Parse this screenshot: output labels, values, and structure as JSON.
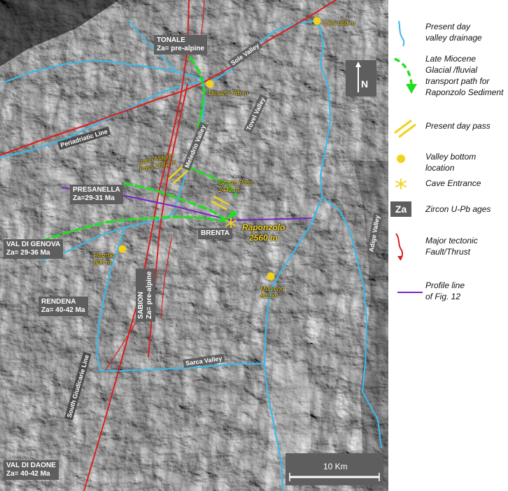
{
  "colors": {
    "drainage": "#3fb7e6",
    "fault": "#d92020",
    "transport": "#22dd22",
    "pass": "#f2d21a",
    "profile": "#7a22cc",
    "label_box": "#5e5e5e"
  },
  "map": {
    "regions": [
      {
        "id": "tonale",
        "lines": [
          "TONALE",
          "Za= pre-alpine"
        ]
      },
      {
        "id": "presanella",
        "lines": [
          "PRESANELLA",
          "Za=29-31 Ma"
        ]
      },
      {
        "id": "genova",
        "lines": [
          "VAL DI GENOVA",
          "Za= 29-36 Ma"
        ]
      },
      {
        "id": "rendena",
        "lines": [
          "RENDENA",
          "Za= 40-42 Ma"
        ]
      },
      {
        "id": "daone",
        "lines": [
          "VAL DI DAONE",
          "Za= 40-42 Ma"
        ]
      },
      {
        "id": "brenta",
        "lines": [
          "BRENTA"
        ]
      }
    ],
    "sabion": [
      "SABION",
      "Za= pre-alpine"
    ],
    "places": [
      {
        "id": "cles",
        "lines": [
          "Cles 668 m"
        ]
      },
      {
        "id": "dimaro",
        "lines": [
          "Dimaro 766 m"
        ]
      },
      {
        "id": "carlo",
        "lines": [
          "Carlo Magno",
          "Pass 1682 m"
        ]
      },
      {
        "id": "groste",
        "lines": [
          "Groste Pass",
          "2442 m"
        ]
      },
      {
        "id": "pinzolo",
        "lines": [
          "Pinzolo",
          "800 m"
        ]
      },
      {
        "id": "molveno",
        "lines": [
          "Molveno",
          "823 m"
        ]
      }
    ],
    "raponzolo": [
      "Raponzolo",
      "2560 m"
    ],
    "valleys": {
      "sole": "Sole Valley",
      "tovel": "Tovel Valley",
      "meledrio": "Meledrio Valley",
      "adige": "Adige Valley",
      "sarca": "Sarca Valley"
    },
    "lines": {
      "periadriatic": "Periadriatic Line",
      "giudicarie": "South Giudicarie Line"
    },
    "north": "N",
    "scale": "10 Km"
  },
  "legend": [
    {
      "id": "drainage",
      "lines": [
        "Present day",
        "valley drainage"
      ]
    },
    {
      "id": "transport",
      "lines": [
        "Late Miocene",
        "Glacial /fluvial",
        "transport path for",
        "Raponzolo Sediment"
      ]
    },
    {
      "id": "pass",
      "lines": [
        "Present day pass"
      ]
    },
    {
      "id": "valley-bottom",
      "lines": [
        "Valley bottom",
        "location"
      ]
    },
    {
      "id": "cave",
      "lines": [
        "Cave Entrance"
      ]
    },
    {
      "id": "zircon",
      "symbol": "Za",
      "lines": [
        "Zircon U-Pb ages"
      ]
    },
    {
      "id": "fault",
      "lines": [
        "Major tectonic",
        "Fault/Thrust"
      ]
    },
    {
      "id": "profile",
      "lines": [
        "Profile line",
        "of Fig. 12"
      ]
    }
  ]
}
